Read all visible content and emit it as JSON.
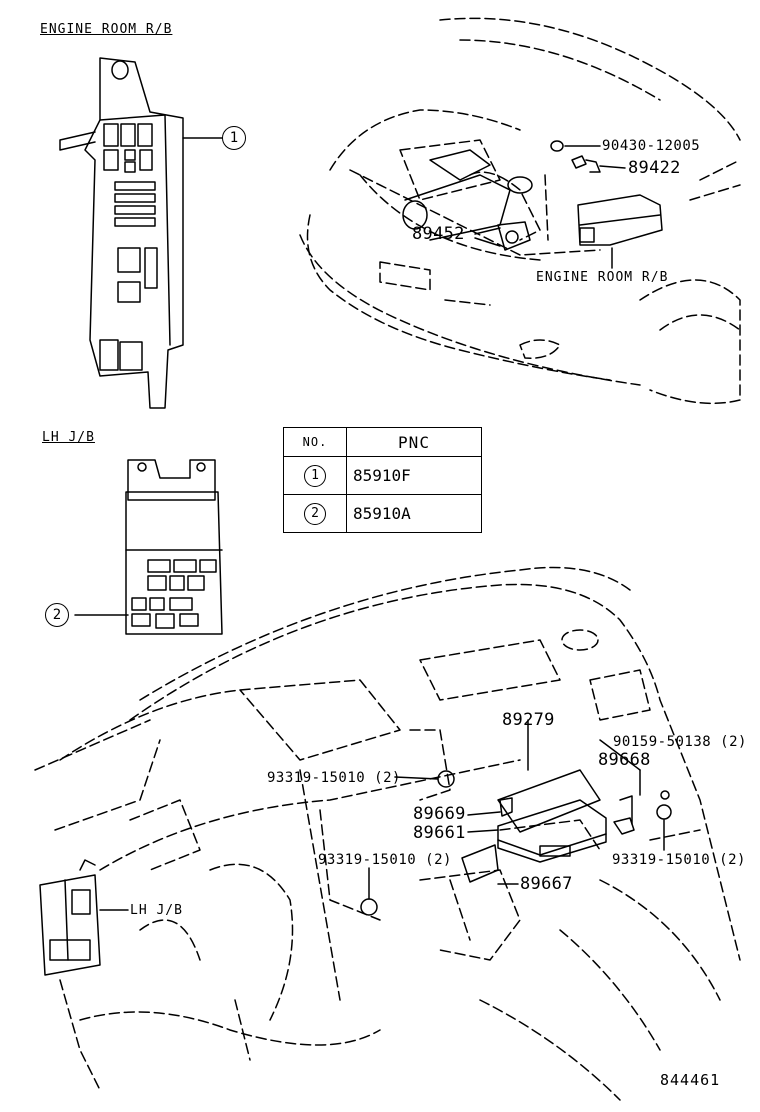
{
  "sections": {
    "engine_room_title": "ENGINE ROOM R/B",
    "lh_jb_title": "LH J/B"
  },
  "callouts": {
    "one": "1",
    "two": "2"
  },
  "table": {
    "header_no": "NO.",
    "header_pnc": "PNC",
    "rows": [
      {
        "no": "1",
        "pnc": "85910F"
      },
      {
        "no": "2",
        "pnc": "85910A"
      }
    ]
  },
  "engine_labels": {
    "bolt_90430": "90430-12005",
    "sensor_89422": "89422",
    "sensor_89452": "89452",
    "engine_room_rb": "ENGINE ROOM R/B"
  },
  "dash_labels": {
    "p89279": "89279",
    "p90159": "90159-50138 (2)",
    "p93319_a": "93319-15010 (2)",
    "p89668": "89668",
    "p89669": "89669",
    "p89661": "89661",
    "p93319_b": "93319-15010 (2)",
    "p93319_c": "93319-15010 (2)",
    "p89667": "89667",
    "lh_jb": "LH J/B"
  },
  "diagram_ref": "844461"
}
